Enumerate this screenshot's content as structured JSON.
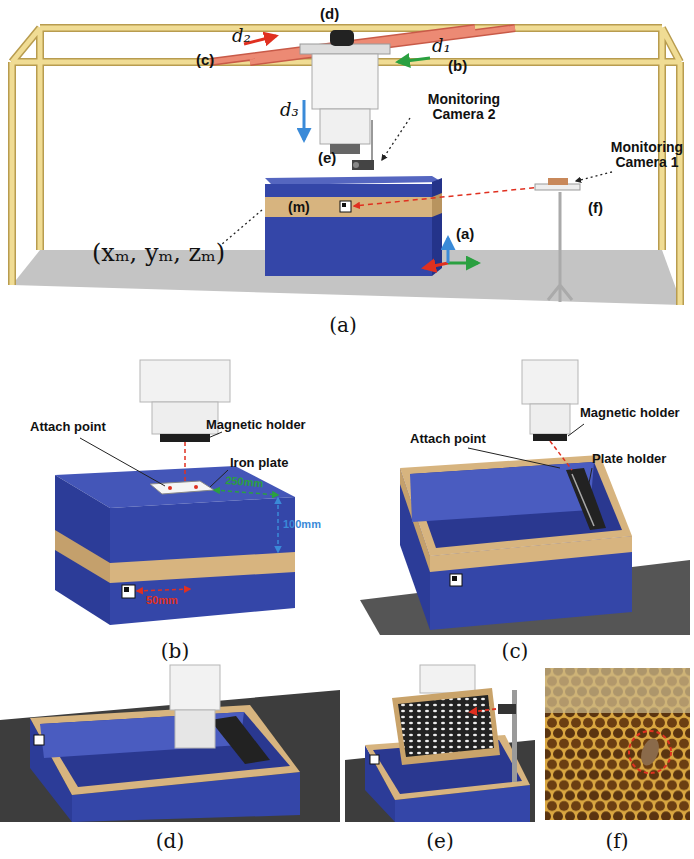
{
  "diagram": {
    "labels": [
      "(d)",
      "d₂",
      "d₁",
      "(c)",
      "(b)",
      "d₃",
      "(e)",
      "Monitoring Camera 2",
      "Monitoring Camera 1",
      "(m)",
      "(f)",
      "(xₘ, yₘ, zₘ)",
      "(a)",
      "(a)",
      "Attach point",
      "Magnetic holder",
      "Iron plate",
      "250mm",
      "100mm",
      "50mm",
      "(b)",
      "Attach point",
      "Magnetic holder",
      "Plate holder",
      "(c)",
      "(d)",
      "(e)",
      "(f)"
    ]
  }
}
